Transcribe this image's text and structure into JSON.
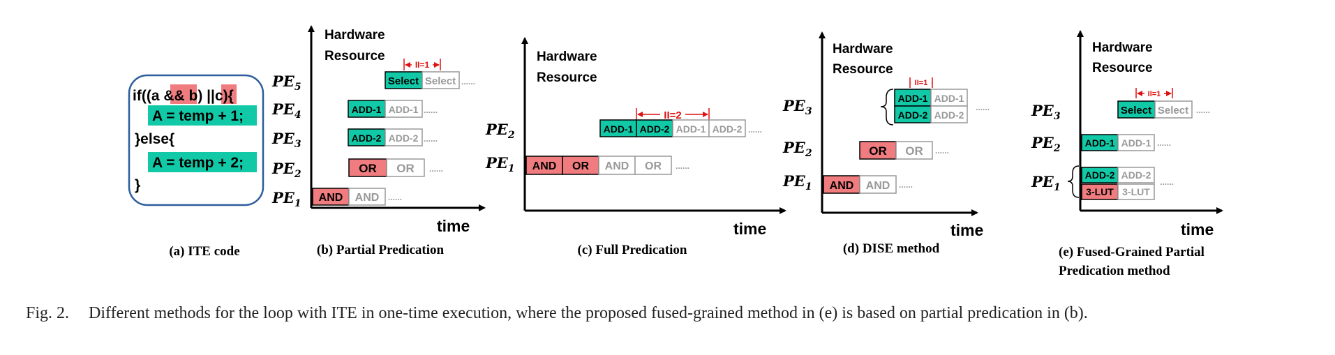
{
  "colors": {
    "teal": "#12c9a7",
    "red": "#f17c7f",
    "gray": "#999999",
    "frame": "#2c5d9c",
    "accent": "#dd1111"
  },
  "axis_labels": {
    "hardware": "Hardware",
    "resource": "Resource",
    "time": "time"
  },
  "pe": {
    "p": "PE",
    "s1": "1",
    "s2": "2",
    "s3": "3",
    "s4": "4",
    "s5": "5"
  },
  "dots": "......",
  "code": {
    "l1_a": "if((a ",
    "l1_and": "&&",
    "l1_b": " b) ",
    "l1_or": "||",
    "l1_c": "c){",
    "l2": "A = temp + 1;",
    "l3": "}else{",
    "l4": "A = temp + 2;",
    "l5": "}"
  },
  "ops": {
    "and": "AND",
    "or": "OR",
    "add1": "ADD-1",
    "add2": "ADD-2",
    "select": "Select",
    "lut": "3-LUT"
  },
  "ii": {
    "one": "II=1",
    "two": "II=2"
  },
  "panels": {
    "a": "(a) ITE code",
    "b": "(b) Partial Predication",
    "c": "(c) Full Predication",
    "d": "(d) DISE method",
    "e1": "(e) Fused-Grained Partial",
    "e2": "Predication  method"
  },
  "caption": {
    "label": "Fig. 2.",
    "text": "Different methods for the loop with ITE in one-time execution, where the proposed fused-grained method in (e) is based on partial predication in (b)."
  }
}
